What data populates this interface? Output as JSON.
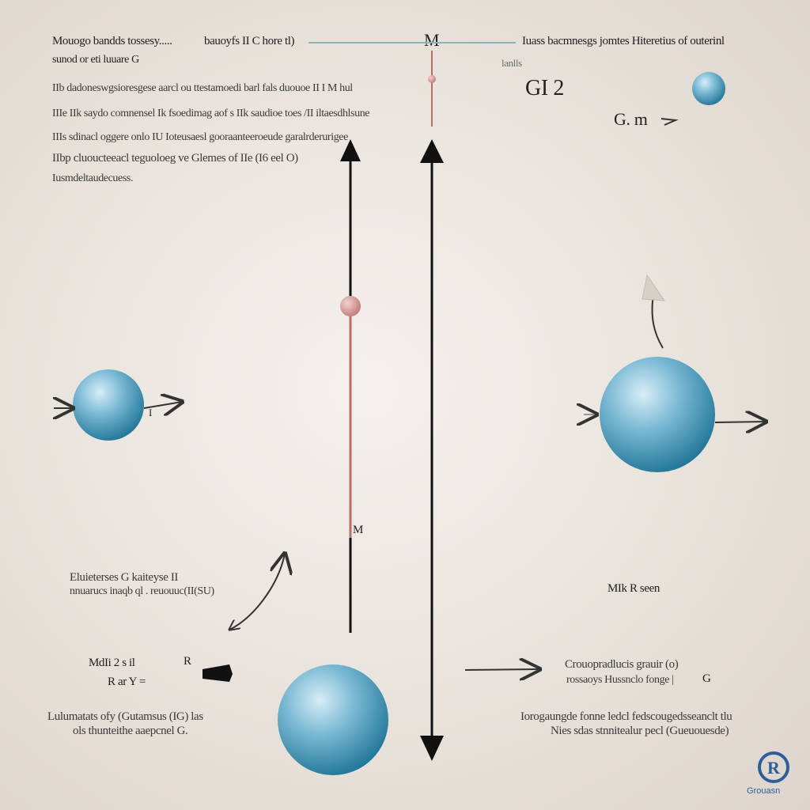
{
  "header": {
    "line1_left": "Mouogo bandds tossesy.....",
    "line1_mid": "bauoyfs II C hore tl)",
    "line1_right": "Iuass bacmnesgs jomtes Hiteretius of outerinl",
    "line2_left": "sunod or eti luuare G",
    "top_center_label": "M",
    "top_right_small": "lanlls"
  },
  "notes_left": [
    "IIb dadoneswgsioresgese aarcl ou ttestamoedi barl fals duouoe II I M hul",
    "IIIe IIk saydo comnensel Ik fsoedimag aof s IIk saudioe toes /II iltaesdhlsune",
    "IIIs sdinacl oggere onlo IU Ioteusaesl gooraanteeroeude garalrderurigee",
    "IIbp cluoucteeacl teguoloeg ve Glemes of IIe (I6 eel O)",
    "Iusmdeltaudecuess."
  ],
  "formulas": {
    "gi2": "GI 2",
    "gm": "G. m",
    "mid_m": "M",
    "bottom_left_r": "R",
    "bottom_left_m": "MdIi 2 s il",
    "bottom_left_eq": "R ar Y =",
    "bottom_right_g": "G",
    "right_mr": "MIk R seen",
    "small_left_sphere": "I"
  },
  "annotations": {
    "mid_left_1": "Eluieterses G kaiteyse II",
    "mid_left_2": "nnuarucs inaqb ql . reuouuc(II(SU)",
    "bottom_left_1": "Lulumatats ofy (Gutamsus (IG) las",
    "bottom_left_2": "ols thunteithe aaepcnel G.",
    "bottom_right_1": "Crouopradlucis grauir (o)",
    "bottom_right_2": "rossaoys Hussnclo fonge |",
    "bottom_right_3": "Iorogaungde fonne ledcl fedscougedsseanclt tlu",
    "bottom_right_4": "Nies sdas stnnitealur pecl (Gueuouesde)"
  },
  "logo": {
    "letter": "R",
    "caption": "Grouasn",
    "color": "#2f5d9a"
  },
  "colors": {
    "sphere_light": "#cfe7f3",
    "sphere_mid": "#6fb2cf",
    "sphere_dark": "#2a7d9e",
    "rod": "#b8706f",
    "axis": "#111111"
  }
}
